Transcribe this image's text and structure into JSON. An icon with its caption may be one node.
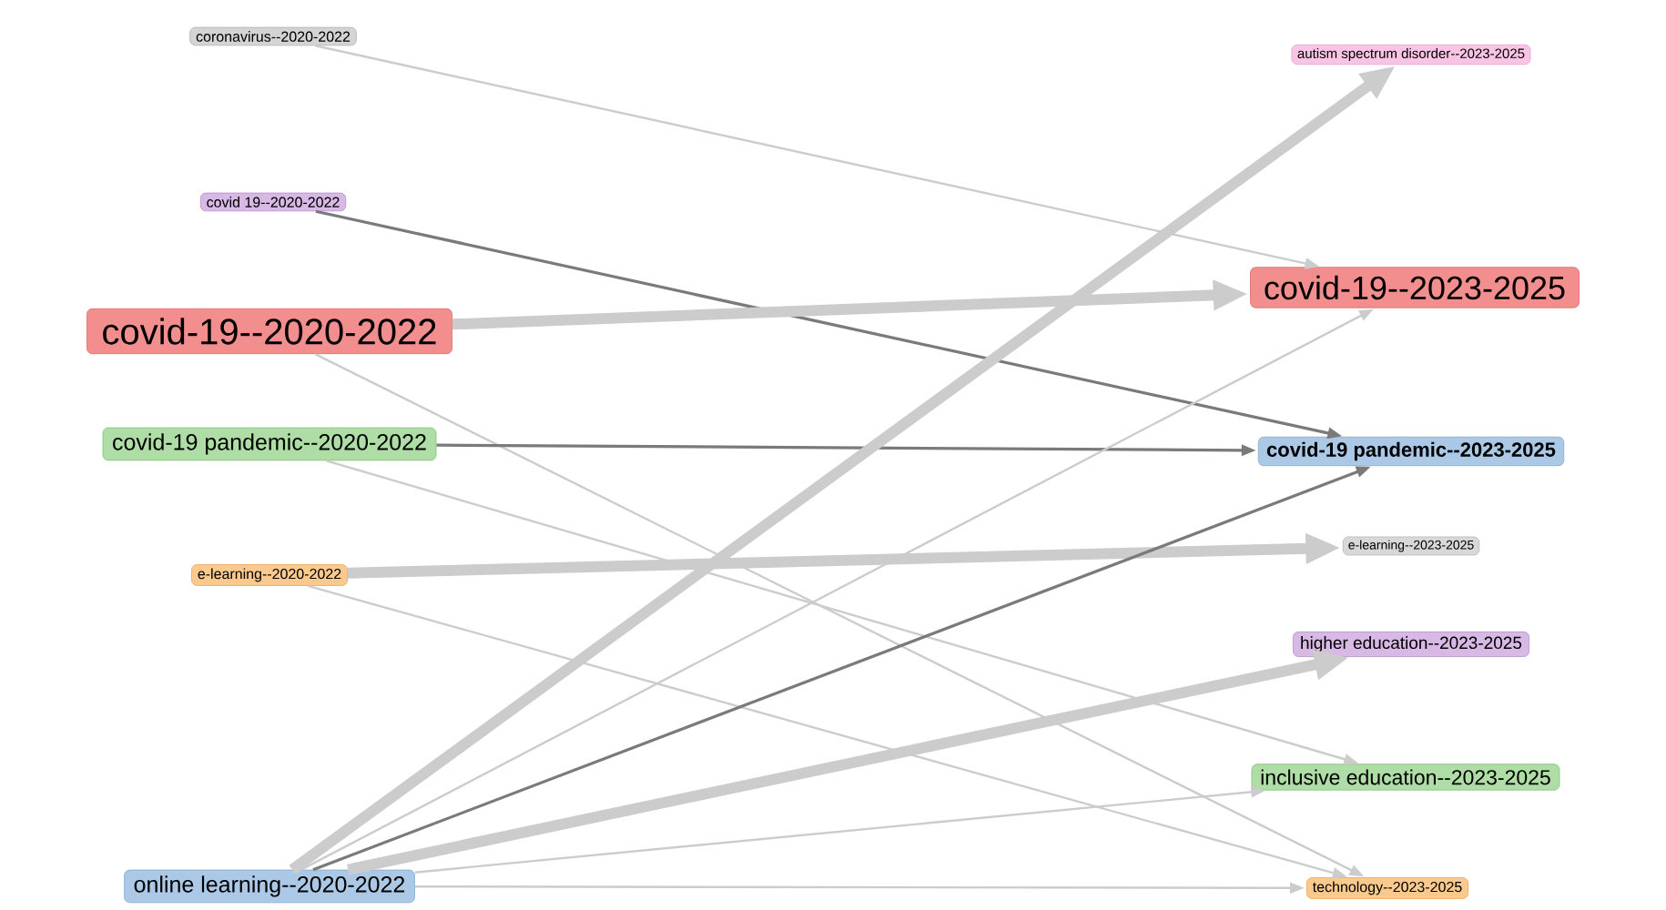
{
  "diagram": {
    "nodes": [
      {
        "text": [
          "coronavirus--2020-2022"
        ]
      },
      {
        "text": [
          "covid 19--2020-2022"
        ]
      },
      {
        "text": [
          "covid-19--2020-2022"
        ]
      },
      {
        "text": [
          "covid-19 pandemic--2020-2022"
        ]
      },
      {
        "text": [
          "e-learning--2020-2022"
        ]
      },
      {
        "text": [
          "online learning--2020-2022"
        ]
      },
      {
        "text": [
          "autism spectrum disorder--2023-2025"
        ]
      },
      {
        "text": [
          "covid-19--2023-2025"
        ]
      },
      {
        "text": [
          "covid-19 pandemic--2023-2025"
        ]
      },
      {
        "text": [
          "e-learning--2023-2025"
        ]
      },
      {
        "text": [
          "higher education--2023-2025"
        ]
      },
      {
        "text": [
          "inclusive education--2023-2025"
        ]
      },
      {
        "text": [
          "technology--2023-2025"
        ]
      }
    ],
    "edges": [
      {
        "from": 0,
        "to": 7,
        "arrow": "to"
      },
      {
        "from": 1,
        "to": 8,
        "arrow": "to",
        "color": "#7a7a7a"
      },
      {
        "from": 2,
        "to": 7,
        "arrow": "to",
        "style": "thick"
      },
      {
        "from": 2,
        "to": 12,
        "arrow": "to"
      },
      {
        "from": 3,
        "to": 8,
        "arrow": "to",
        "color": "#7a7a7a"
      },
      {
        "from": 3,
        "to": 11,
        "arrow": "to"
      },
      {
        "from": 4,
        "to": 9,
        "arrow": "to",
        "style": "thick"
      },
      {
        "from": 4,
        "to": 12,
        "arrow": "to"
      },
      {
        "from": 5,
        "to": 6,
        "arrow": "to",
        "style": "thick"
      },
      {
        "from": 5,
        "to": 7,
        "arrow": "to"
      },
      {
        "from": 5,
        "to": 8,
        "arrow": "to",
        "color": "#7a7a7a"
      },
      {
        "from": 5,
        "to": 10,
        "arrow": "to",
        "style": "thick"
      },
      {
        "from": 5,
        "to": 11,
        "arrow": "to"
      },
      {
        "from": 5,
        "to": 12,
        "arrow": "to"
      }
    ]
  }
}
